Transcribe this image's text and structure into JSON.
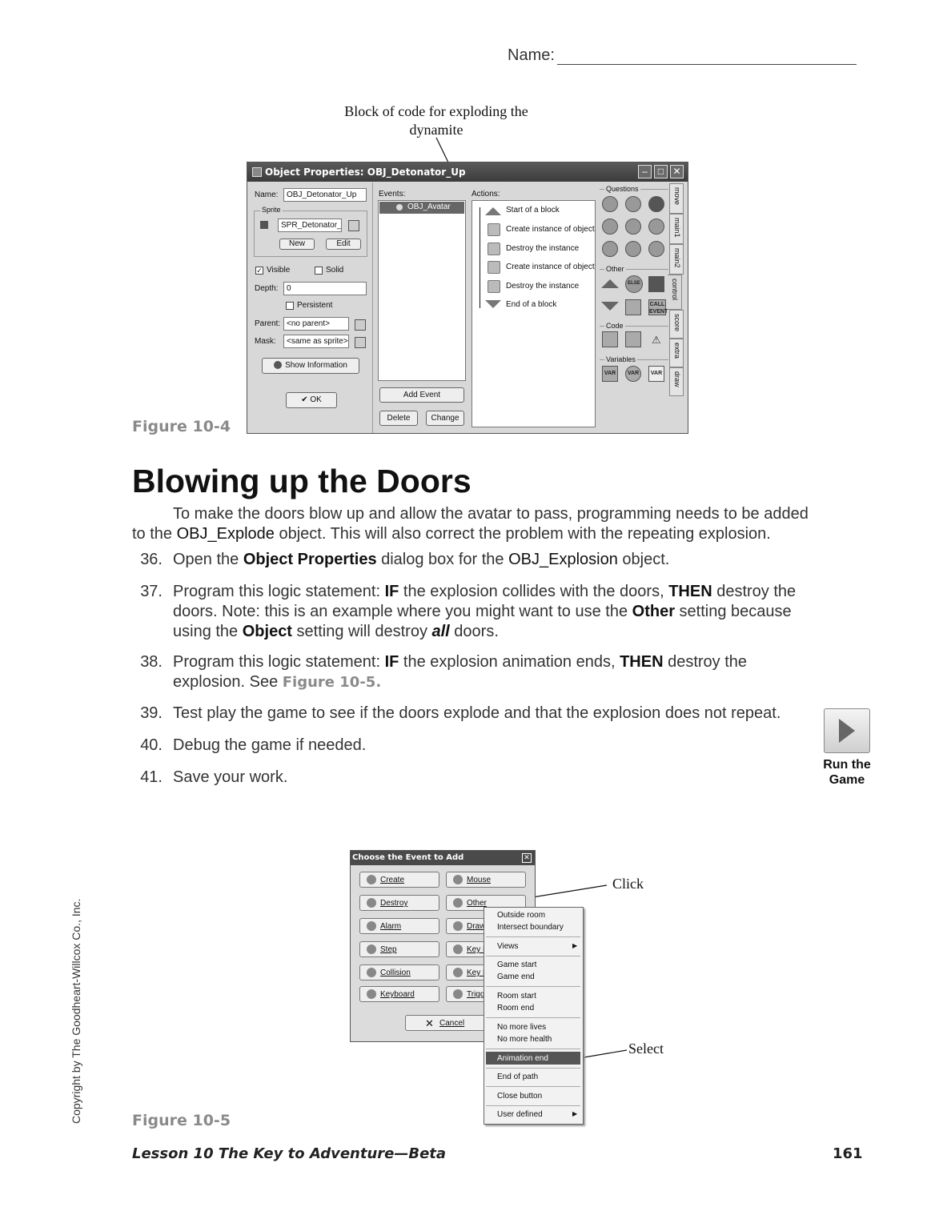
{
  "header": {
    "name_label": "Name:"
  },
  "figure_10_4": {
    "callout": "Block of code for exploding the dynamite",
    "caption": "Figure 10-4",
    "window": {
      "title": "Object Properties: OBJ_Detonator_Up",
      "name_label": "Name:",
      "name_value": "OBJ_Detonator_Up",
      "sprite_group": "Sprite",
      "sprite_value": "SPR_Detonator_U",
      "new_button": "New",
      "edit_button": "Edit",
      "visible_label": "Visible",
      "solid_label": "Solid",
      "depth_label": "Depth:",
      "depth_value": "0",
      "persistent_label": "Persistent",
      "parent_label": "Parent:",
      "parent_value": "<no parent>",
      "mask_label": "Mask:",
      "mask_value": "<same as sprite>",
      "show_info_button": "Show Information",
      "ok_button": "OK",
      "events_label": "Events:",
      "events": [
        "OBJ_Avatar"
      ],
      "add_event_button": "Add Event",
      "delete_button": "Delete",
      "change_button": "Change",
      "actions_label": "Actions:",
      "actions": [
        "Start of a block",
        "Create instance of object",
        "Destroy the instance",
        "Create instance of object",
        "Destroy the instance",
        "End of a block"
      ],
      "palette_groups": {
        "questions": "Questions",
        "other": "Other",
        "code": "Code",
        "variables": "Variables"
      },
      "palette_texts": {
        "else": "ELSE",
        "call_event": "CALL EVENT",
        "var": "VAR"
      },
      "tabs": [
        "move",
        "main1",
        "main2",
        "control",
        "score",
        "extra",
        "draw"
      ]
    }
  },
  "section": {
    "heading": "Blowing up the Doors",
    "intro_1": "To make the doors blow up and allow the avatar to pass, programming needs to be added",
    "intro_2a": "to the ",
    "intro_2b": "OBJ_Explode",
    "intro_2c": " object. This will also correct the problem with the repeating explosion.",
    "steps": [
      {
        "num": "36.",
        "a": "Open the ",
        "b": "Object Properties",
        "c": " dialog box for the ",
        "d": "OBJ_Explosion",
        "e": " object."
      },
      {
        "num": "37.",
        "a": "Program this logic statement: ",
        "b": "IF",
        "c": " the explosion collides with the doors, ",
        "d": "THEN",
        "e": " destroy the",
        "f": "doors. Note: this is an example where you might want to use the ",
        "g": "Other",
        "h": " setting because",
        "i": "using the ",
        "j": "Object",
        "k": " setting will destroy ",
        "l": "all",
        "m": " doors."
      },
      {
        "num": "38.",
        "a": "Program this logic statement: ",
        "b": "IF",
        "c": " the explosion animation ends, ",
        "d": "THEN",
        "e": " destroy the",
        "f": "explosion. See ",
        "g": "Figure 10-5."
      },
      {
        "num": "39.",
        "a": "Test play the game to see if the doors explode and that the explosion does not repeat."
      },
      {
        "num": "40.",
        "a": "Debug the game if needed."
      },
      {
        "num": "41.",
        "a": "Save your work."
      }
    ]
  },
  "run_game": {
    "line1": "Run the",
    "line2": "Game"
  },
  "copyright": "Copyright by The Goodheart-Willcox Co., Inc.",
  "figure_10_5": {
    "caption": "Figure 10-5",
    "callout_click": "Click",
    "callout_select": "Select",
    "window": {
      "title": "Choose the Event to Add",
      "buttons_left": [
        "Create",
        "Destroy",
        "Alarm",
        "Step",
        "Collision",
        "Keyboard"
      ],
      "buttons_right": [
        "Mouse",
        "Other",
        "Draw",
        "Key Press",
        "Key Release",
        "Trigger"
      ],
      "cancel_button": "Cancel"
    },
    "menu": [
      "Outside room",
      "Intersect boundary",
      "Views",
      "Game start",
      "Game end",
      "Room start",
      "Room end",
      "No more lives",
      "No more health",
      "Animation end",
      "End of path",
      "Close button",
      "User defined"
    ]
  },
  "footer": {
    "lesson": "Lesson 10   The Key to Adventure—Beta",
    "page": "161"
  }
}
